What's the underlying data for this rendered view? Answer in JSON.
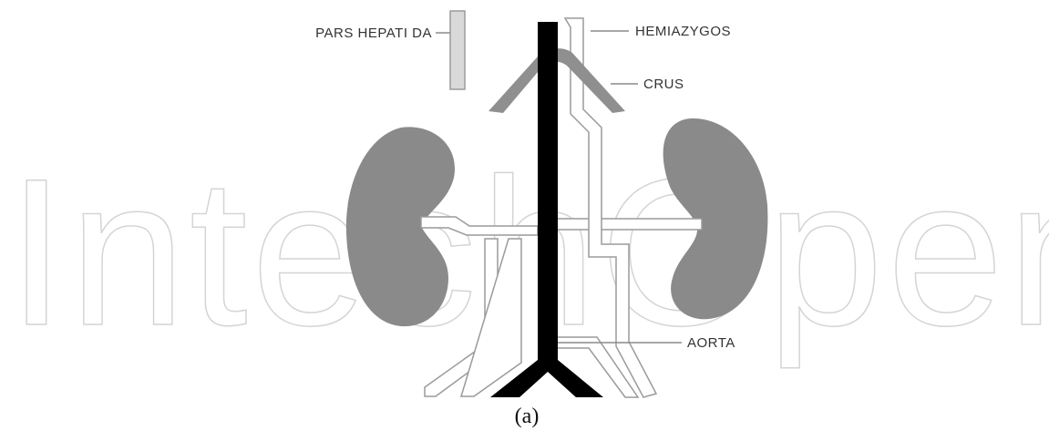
{
  "watermark": "IntechOpen",
  "labels": {
    "pars_hepatica": "PARS HEPATI DA",
    "hemiazygos": "HEMIAZYGOS",
    "crus": "CRUS",
    "aorta": "AORTA"
  },
  "caption": "(a)",
  "colors": {
    "kidney": "#8a8a8a",
    "crus": "#8f8f8f",
    "aorta": "#000000",
    "vessel_outline": "#9a9a9a",
    "watermark_stroke": "#d4d4d4"
  }
}
